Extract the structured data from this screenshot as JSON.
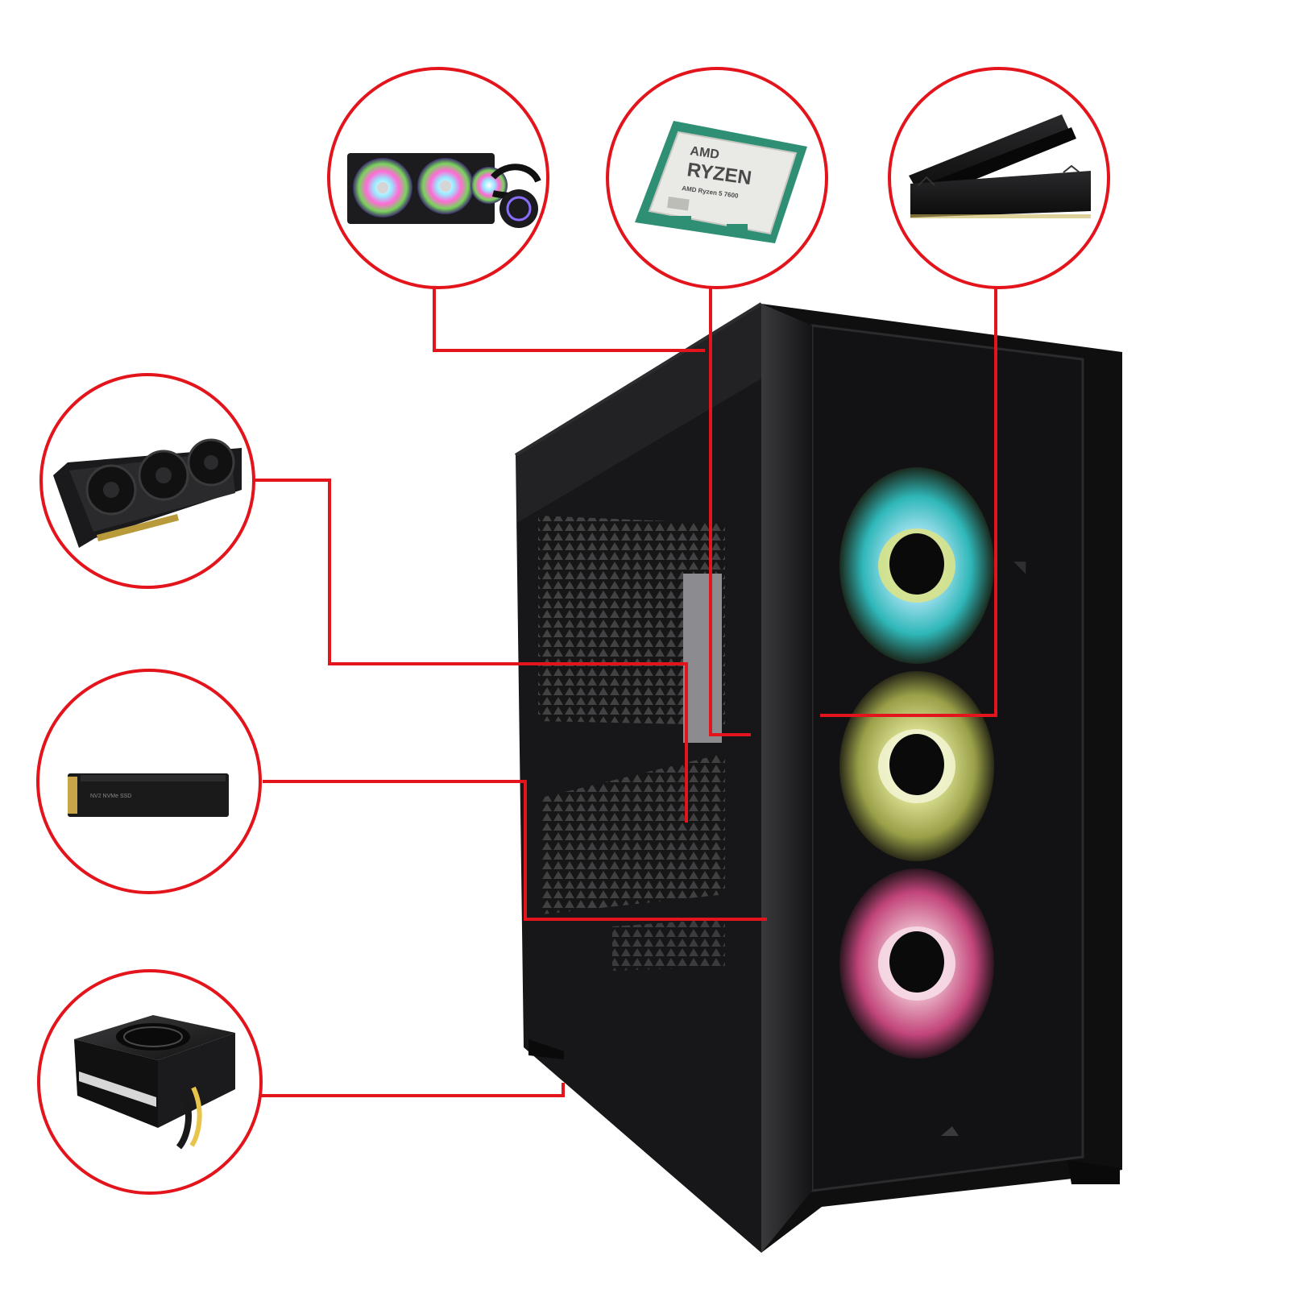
{
  "colors": {
    "background": "#ffffff",
    "callout": "#e3141b",
    "case": "#0d0d0e",
    "glass": "#1a1a1c"
  },
  "cpu": {
    "brand": "AMD",
    "series": "RYZEN",
    "model": "AMD Ryzen 5 7600"
  },
  "ssd": {
    "label": "NV2 NVMe SSD"
  },
  "components": [
    {
      "name": "liquid-cooler",
      "icon": "aio-cooler-icon"
    },
    {
      "name": "processor",
      "icon": "cpu-chip-icon"
    },
    {
      "name": "memory",
      "icon": "ram-sticks-icon"
    },
    {
      "name": "graphics-card",
      "icon": "gpu-icon"
    },
    {
      "name": "storage",
      "icon": "m2-ssd-icon"
    },
    {
      "name": "power-supply",
      "icon": "psu-icon"
    }
  ]
}
